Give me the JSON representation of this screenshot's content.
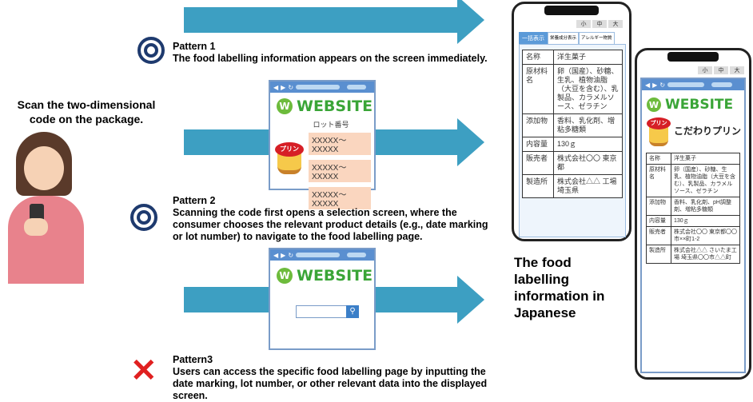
{
  "left": {
    "caption": "Scan the two-dimensional code on the package."
  },
  "patterns": [
    {
      "title": "Pattern 1",
      "text": "The food labelling information appears on the screen immediately.",
      "icon": "double-circle-icon"
    },
    {
      "title": "Pattern 2",
      "text": "Scanning the code first opens a selection screen, where the consumer chooses the relevant product details (e.g., date marking or lot number) to navigate to the food labelling page.",
      "icon": "double-circle-icon"
    },
    {
      "title": "Pattern3",
      "text": "Users can access the specific food labelling page by inputting the date marking, lot number, or other relevant data into the displayed screen.",
      "icon": "cross-icon"
    }
  ],
  "browser_lot": {
    "logo": "WEBSITE",
    "heading": "ロット番号",
    "lots": [
      "XXXXX～XXXXX",
      "XXXXX～XXXXX",
      "XXXXX～XXXXX"
    ],
    "pudding_label": "プリン"
  },
  "browser_search": {
    "logo": "WEBSITE"
  },
  "result_caption": "The food labelling information in Japanese",
  "phone_back": {
    "sizes": [
      "小",
      "中",
      "大"
    ],
    "tabs": [
      "一括表示",
      "栄養成分表示",
      "アレルギー物質"
    ],
    "rows": [
      [
        "名称",
        "洋生菓子"
      ],
      [
        "原材料名",
        "卵（国産）、砂糖、生乳、植物油脂（大豆を含む）、乳製品、カラメルソース、ゼラチン"
      ],
      [
        "添加物",
        "香料、乳化剤、増粘多糖類"
      ],
      [
        "内容量",
        "130ｇ"
      ],
      [
        "販売者",
        "株式会社〇〇 東京都"
      ],
      [
        "製造所",
        "株式会社△△ 工場 埼玉県"
      ]
    ]
  },
  "phone_front": {
    "sizes": [
      "小",
      "中",
      "大"
    ],
    "logo": "WEBSITE",
    "product": "こだわりプリン",
    "pudding_label": "プリン",
    "rows": [
      [
        "名称",
        "洋生菓子"
      ],
      [
        "原材料名",
        "卵（国産）、砂糖、生乳、植物油脂（大豆を含む）、乳製品、カラメルソース、ゼラチン"
      ],
      [
        "添加物",
        "香料、乳化剤、pH調整剤、増粘多糖類"
      ],
      [
        "内容量",
        "130ｇ"
      ],
      [
        "販売者",
        "株式会社〇〇 東京都〇〇市××町1-2"
      ],
      [
        "製造所",
        "株式会社△△ さいたま工場 埼玉県〇〇市△△町"
      ]
    ]
  }
}
